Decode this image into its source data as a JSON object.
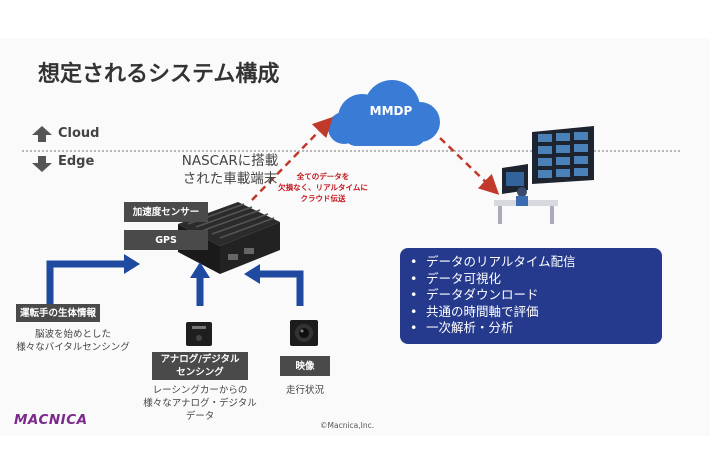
{
  "title": "想定されるシステム構成",
  "layers": {
    "cloud": "Cloud",
    "edge": "Edge"
  },
  "cloud_label": "MMDP",
  "terminal_label": [
    "NASCARに搭載",
    "された車載端末"
  ],
  "transfer_label": [
    "全てのデータを",
    "欠損なく、リアルタイムに",
    "クラウド伝送"
  ],
  "boxes": {
    "accel": "加速度センサー",
    "gps": "GPS",
    "driver": "運転手の生体情報",
    "analog_line1": "アナログ/デジタル",
    "analog_line2": "センシング",
    "video": "映像"
  },
  "captions": {
    "driver": [
      "脳波を始めとした",
      "様々なバイタルセンシング"
    ],
    "analog": [
      "レーシングカーからの",
      "様々なアナログ・デジタル",
      "データ"
    ],
    "video": "走行状況"
  },
  "features": [
    "データのリアルタイム配信",
    "データ可視化",
    "データダウンロード",
    "共通の時間軸で評価",
    "一次解析・分析"
  ],
  "bullet_char": "•",
  "logo": "MACNICA",
  "copyright": "©Macnica,Inc.",
  "colors": {
    "accent_blue": "#253a8d",
    "arrow_blue": "#1f4aa0",
    "cloud_blue": "#3a7bd5",
    "transfer_red": "#c0392b",
    "logo_purple": "#7b2a8c"
  }
}
